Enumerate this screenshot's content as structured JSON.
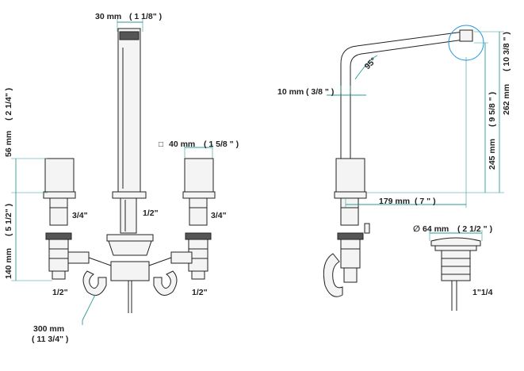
{
  "colors": {
    "dimension": "#2a9a96",
    "outline": "#222222"
  },
  "left_view": {
    "spout_width": {
      "mm": "30 mm",
      "inch": "( 1 1/8\" )"
    },
    "handle_square": {
      "symbol": "□",
      "mm": "40 mm",
      "inch": "( 1 5/8 \" )"
    },
    "handle_height": {
      "mm": "56 mm",
      "inch": "( 2 1/4\" )"
    },
    "body_height": {
      "mm": "140 mm",
      "inch": "( 5 1/2\" )"
    },
    "hose_length": {
      "mm": "300 mm",
      "inch": "( 11 3/4\" )"
    },
    "thread_left_valve": "3/4\"",
    "thread_right_valve": "3/4\"",
    "thread_spout": "1/2\"",
    "thread_left_bottom": "1/2\"",
    "thread_right_bottom": "1/2\""
  },
  "right_view": {
    "angle": "95°",
    "wall_thickness": {
      "mm": "10 mm",
      "inch": "( 3/8 \" )"
    },
    "reach": {
      "mm": "179 mm",
      "inch": "( 7 \" )"
    },
    "spout_height": {
      "mm": "245 mm",
      "inch": "( 9 5/8 \" )"
    },
    "total_height": {
      "mm": "262 mm",
      "inch": "( 10 3/8 \" )"
    },
    "drain_diameter": {
      "symbol": "∅",
      "mm": "64 mm",
      "inch": "( 2 1/2 \" )"
    },
    "drain_thread": "1\"1/4"
  }
}
